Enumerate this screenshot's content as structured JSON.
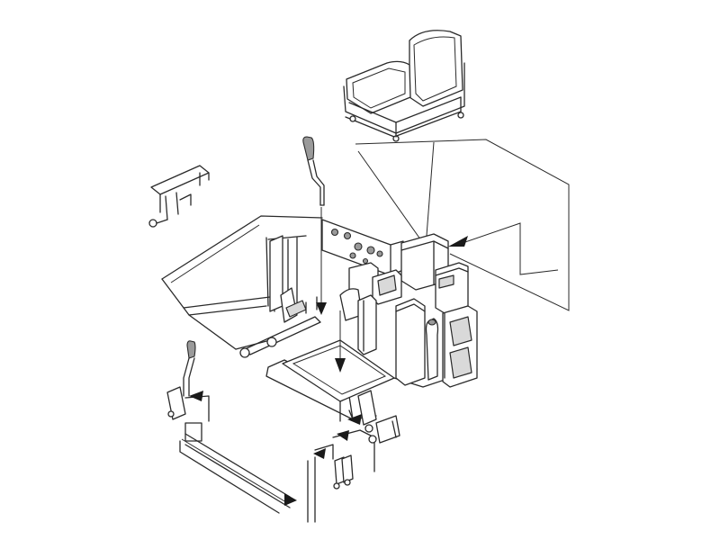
{
  "diagram": {
    "type": "exploded-assembly-drawing",
    "parts": [
      "seat",
      "control-panel",
      "tray",
      "control-lever",
      "control-lever",
      "pedal-box",
      "floor-tub",
      "instrument-console",
      "rudder-pedal-linkage",
      "rudder-bar"
    ],
    "colors": {
      "line": "#2a2a2a",
      "shade": "#d9d9d9",
      "arrow": "#1a1a1a",
      "background": "#ffffff"
    }
  }
}
